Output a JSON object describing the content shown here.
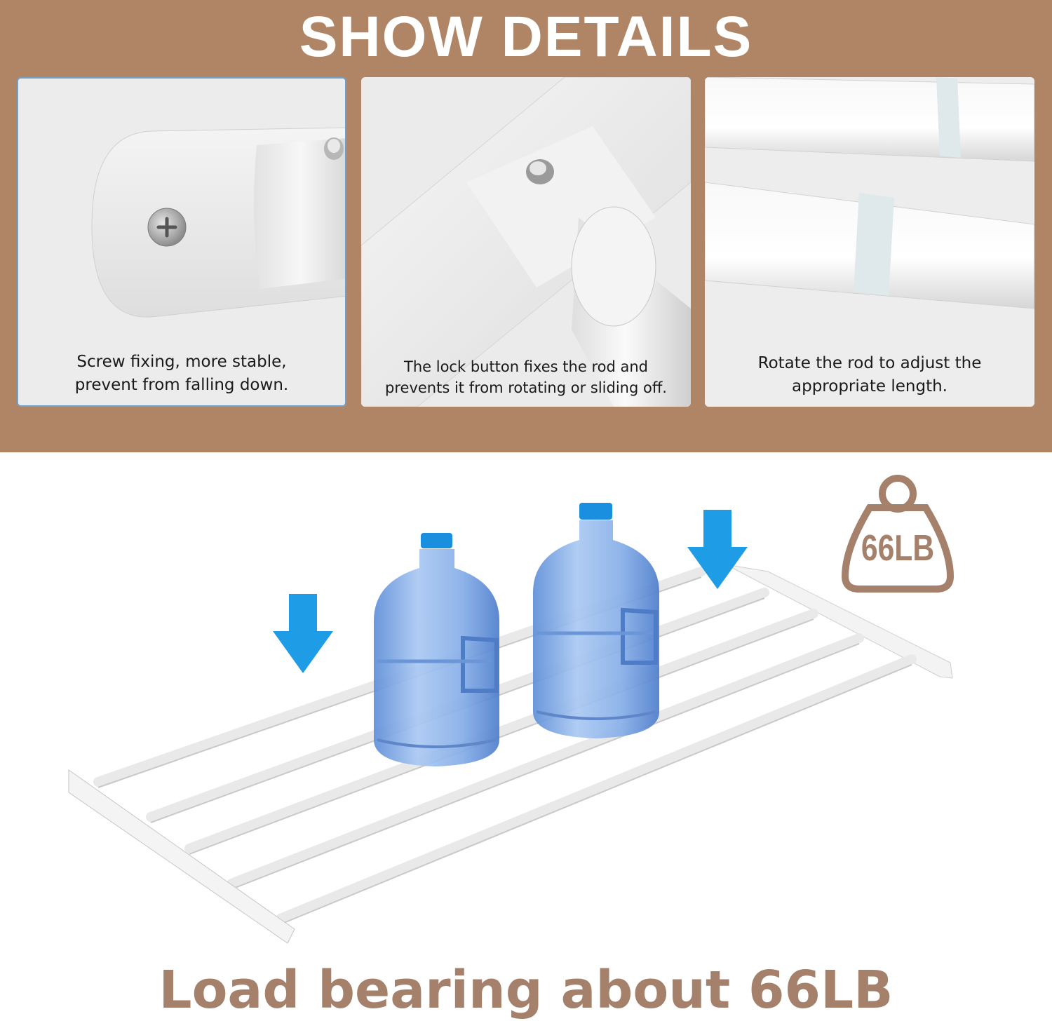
{
  "colors": {
    "band": "#b08565",
    "accent": "#a5806a",
    "panel_border": "#6fa1cf",
    "arrow": "#1e9ce5",
    "bottle": "#7fa9e3",
    "cap": "#1a8fe0"
  },
  "header": {
    "title": "SHOW DETAILS"
  },
  "panels": [
    {
      "caption_line1": "Screw fixing, more stable,",
      "caption_line2": "prevent from falling down.",
      "icon": "screw-bracket-icon"
    },
    {
      "caption_line1": "The lock button fixes the rod and",
      "caption_line2": "prevents it from rotating or sliding off.",
      "icon": "lock-button-icon"
    },
    {
      "caption_line1": "Rotate the rod to adjust the",
      "caption_line2": "appropriate length.",
      "icon": "telescopic-rod-icon"
    }
  ],
  "badge": {
    "text": "66LB",
    "icon": "weight-icon"
  },
  "footer": {
    "text": "Load bearing about 66LB"
  }
}
